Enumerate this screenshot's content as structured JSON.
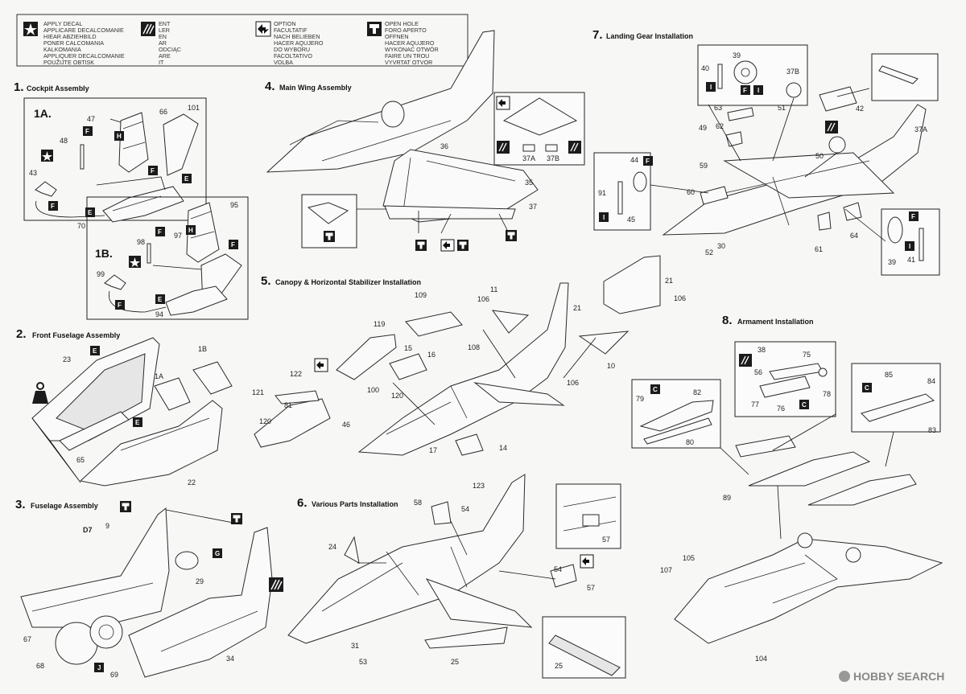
{
  "legend": [
    {
      "icon": "decal-star-icon",
      "lines": [
        "APPLY DECAL",
        "APPLICARE DECALCOMANIE",
        "HIEAR ABZIEHBILD",
        "PONER CALCOMANIA",
        "KALKOMANIA",
        "APPLIQUER DECALCOMANIE",
        "POUŽIJTE OBTISK"
      ]
    },
    {
      "icon": "paint-stripes-icon",
      "lines": [
        "ENT",
        "LER",
        "EN",
        "AR",
        "ODCIĄC",
        "ARE",
        "IT"
      ]
    },
    {
      "icon": "optional-arrows-icon",
      "lines": [
        "OPTION",
        "FACULTATIF",
        "NACH BELIEBEN",
        "HACER AQUJERO",
        "DO WYBORU",
        "FACOLTATIVO",
        "VOLBA"
      ]
    },
    {
      "icon": "open-hole-icon",
      "lines": [
        "OPEN HOLE",
        "FORO APERTO",
        "OFFNEN",
        "HACER AQUJERO",
        "WYKONAC OTWÓR",
        "FAIRE UN TROU",
        "VYVRTAT OTVOR"
      ]
    }
  ],
  "steps": [
    {
      "num": "1.",
      "title": "Cockpit Assembly"
    },
    {
      "num": "2.",
      "title": "Front Fuselage Assembly"
    },
    {
      "num": "3.",
      "title": "Fuselage Assembly"
    },
    {
      "num": "4.",
      "title": "Main Wing Assembly"
    },
    {
      "num": "5.",
      "title": "Canopy & Horizontal Stabilizer Installation"
    },
    {
      "num": "6.",
      "title": "Various Parts Installation"
    },
    {
      "num": "7.",
      "title": "Landing Gear Installation"
    },
    {
      "num": "8.",
      "title": "Armament Installation"
    }
  ],
  "substeps": {
    "a": "1A.",
    "b": "1B."
  },
  "labels": {
    "s1": [
      "47",
      "66",
      "101",
      "48",
      "43",
      "70",
      "E",
      "F",
      "H",
      "F",
      "E",
      "95",
      "97",
      "98",
      "99",
      "94"
    ],
    "s2": [
      "23",
      "1B",
      "1A",
      "65",
      "22"
    ],
    "s3": [
      "D7",
      "9",
      "29",
      "67",
      "68",
      "69",
      "34"
    ],
    "s4": [
      "36",
      "35",
      "37",
      "37A",
      "37B"
    ],
    "s5": [
      "109",
      "11",
      "106",
      "21",
      "119",
      "15",
      "16",
      "108",
      "10",
      "106",
      "122",
      "100",
      "120",
      "121",
      "81",
      "120",
      "46",
      "17",
      "14",
      "106",
      "21"
    ],
    "s6": [
      "123",
      "58",
      "54",
      "24",
      "54",
      "57",
      "31",
      "53",
      "25",
      "25",
      "57"
    ],
    "s7": [
      "40",
      "39",
      "37B",
      "63",
      "51",
      "62",
      "42",
      "49",
      "59",
      "37A",
      "44",
      "91",
      "60",
      "50",
      "45",
      "64",
      "61",
      "30",
      "52",
      "39",
      "41"
    ],
    "s8": [
      "38",
      "75",
      "56",
      "77",
      "76",
      "78",
      "82",
      "79",
      "80",
      "85",
      "84",
      "83",
      "89",
      "105",
      "107",
      "104"
    ]
  },
  "badges": [
    "F",
    "H",
    "E",
    "C",
    "G",
    "J",
    "I"
  ],
  "watermark": "HOBBY SEARCH",
  "colors": {
    "ink": "#1b1b1b",
    "paper": "#f7f7f5",
    "accent_red": "#c0392b"
  }
}
